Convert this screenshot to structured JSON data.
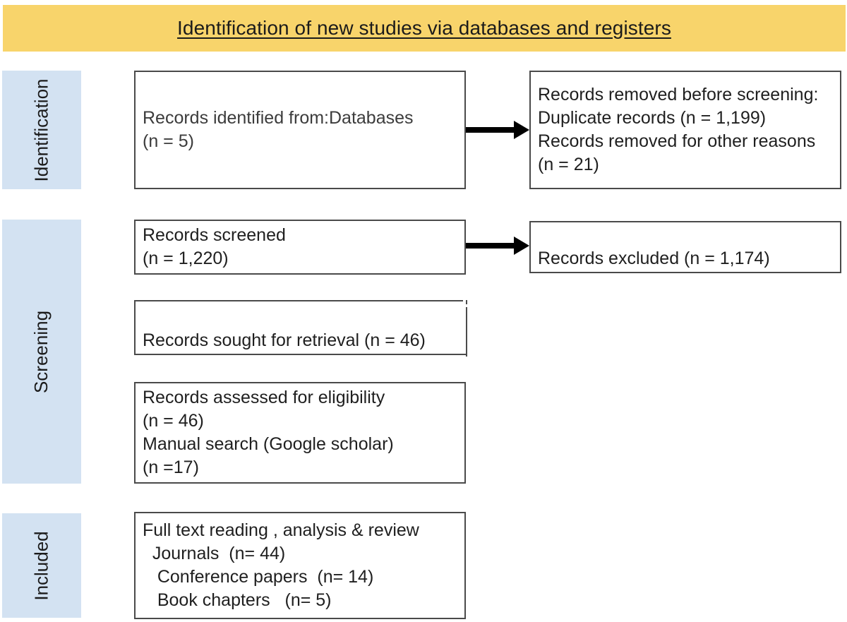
{
  "diagram": {
    "title": "Identification of new studies via databases and registers",
    "banner_color": "#F8D46B",
    "stage_band_color": "#D3E2F2",
    "stages": [
      {
        "key": "identification",
        "label": "Identification"
      },
      {
        "key": "screening",
        "label": "Screening"
      },
      {
        "key": "included",
        "label": "Included"
      }
    ],
    "boxes": {
      "identified": {
        "text": "Records identified from:Databases\n(n = 5)",
        "counts": {
          "databases": 5
        }
      },
      "removed": {
        "text": "Records removed before screening:\nDuplicate records (n = 1,199)\nRecords removed for other reasons\n(n = 21)",
        "counts": {
          "duplicate_records": 1199,
          "other_reasons": 21
        }
      },
      "screened": {
        "text": "Records screened\n(n = 1,220)",
        "counts": {
          "screened": 1220
        }
      },
      "excluded": {
        "text": "Records excluded (n = 1,174)",
        "counts": {
          "excluded": 1174
        }
      },
      "sought": {
        "text": "Records sought for retrieval (n = 46)",
        "counts": {
          "sought": 46
        }
      },
      "eligibility": {
        "text": "Records assessed for eligibility\n(n = 46)\nManual search (Google scholar)\n(n =17)",
        "counts": {
          "assessed": 46,
          "manual_search": 17
        }
      },
      "fulltext": {
        "text": "Full text reading , analysis & review\n  Journals  (n= 44)\n   Conference papers  (n= 14)\n   Book chapters   (n= 5)",
        "counts": {
          "journals": 44,
          "conference_papers": 14,
          "book_chapters": 5
        }
      }
    },
    "arrows": [
      {
        "key": "identification",
        "from": "identified",
        "to": "removed"
      },
      {
        "key": "screening",
        "from": "screened",
        "to": "excluded"
      }
    ]
  }
}
